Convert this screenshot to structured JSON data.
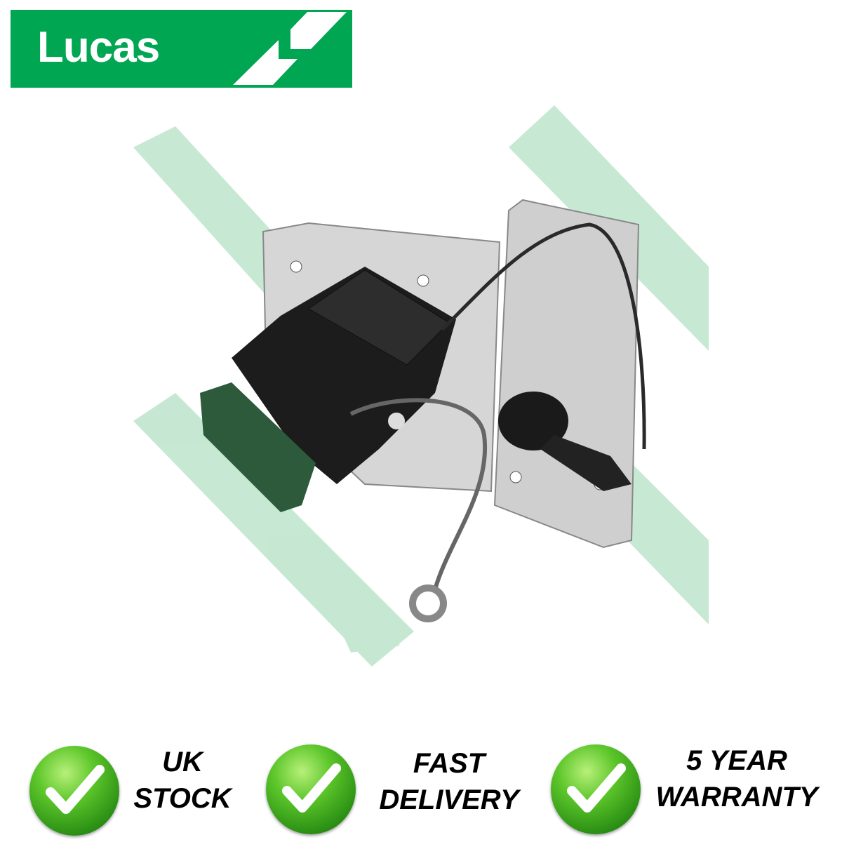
{
  "brand": {
    "name": "Lucas",
    "color": "#00a651"
  },
  "watermark": "Lucas",
  "badges": [
    {
      "line1": "UK",
      "line2": "STOCK",
      "icon": "check-icon"
    },
    {
      "line1": "FAST",
      "line2": "DELIVERY",
      "icon": "check-icon"
    },
    {
      "line1": "5 YEAR",
      "line2": "WARRANTY",
      "icon": "check-icon"
    }
  ]
}
